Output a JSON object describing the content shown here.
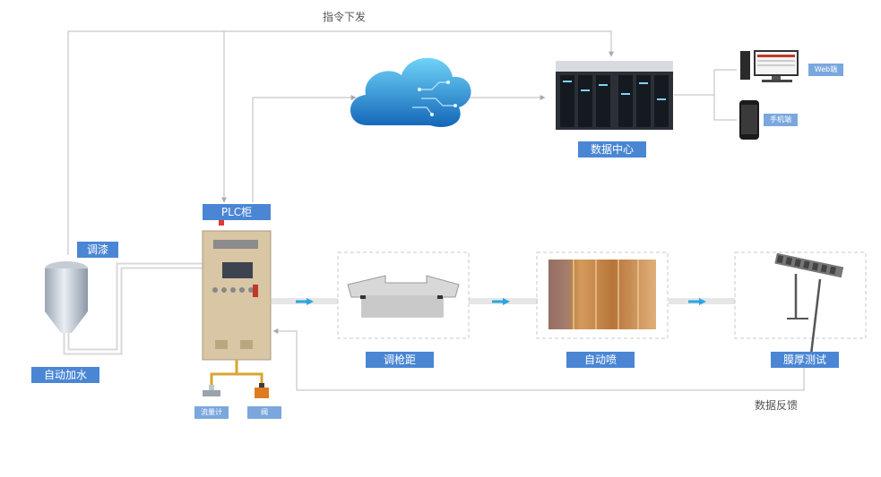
{
  "labels": {
    "command_down": "指令下发",
    "data_center": "数据中心",
    "web": "Web端",
    "mobile": "手机端",
    "plc": "PLC柜",
    "paint_mixing": "调漆",
    "auto_water": "自动加水",
    "gun_distance": "调枪距",
    "auto_spray": "自动喷",
    "film_test": "膜厚测试",
    "data_feedback": "数据反馈",
    "flowmeter": "流量计",
    "valve": "阀"
  },
  "colors": {
    "label_bg": "#4a86d4",
    "small_label_bg": "#7aa7de",
    "line": "#bbbbbb",
    "arrow": "#2aa6e0",
    "pipe": "#d9d9d9",
    "brass": "#d9a531"
  },
  "icons": {
    "cloud": "cloud-icon",
    "servers": "server-room-icon",
    "desktop": "desktop-computer-icon",
    "phone": "smartphone-icon",
    "tank": "water-tank-icon",
    "cabinet": "plc-cabinet-icon",
    "bracket": "gun-bracket-icon",
    "spray": "spray-booth-icon",
    "gauge": "film-thickness-gauge-icon"
  }
}
